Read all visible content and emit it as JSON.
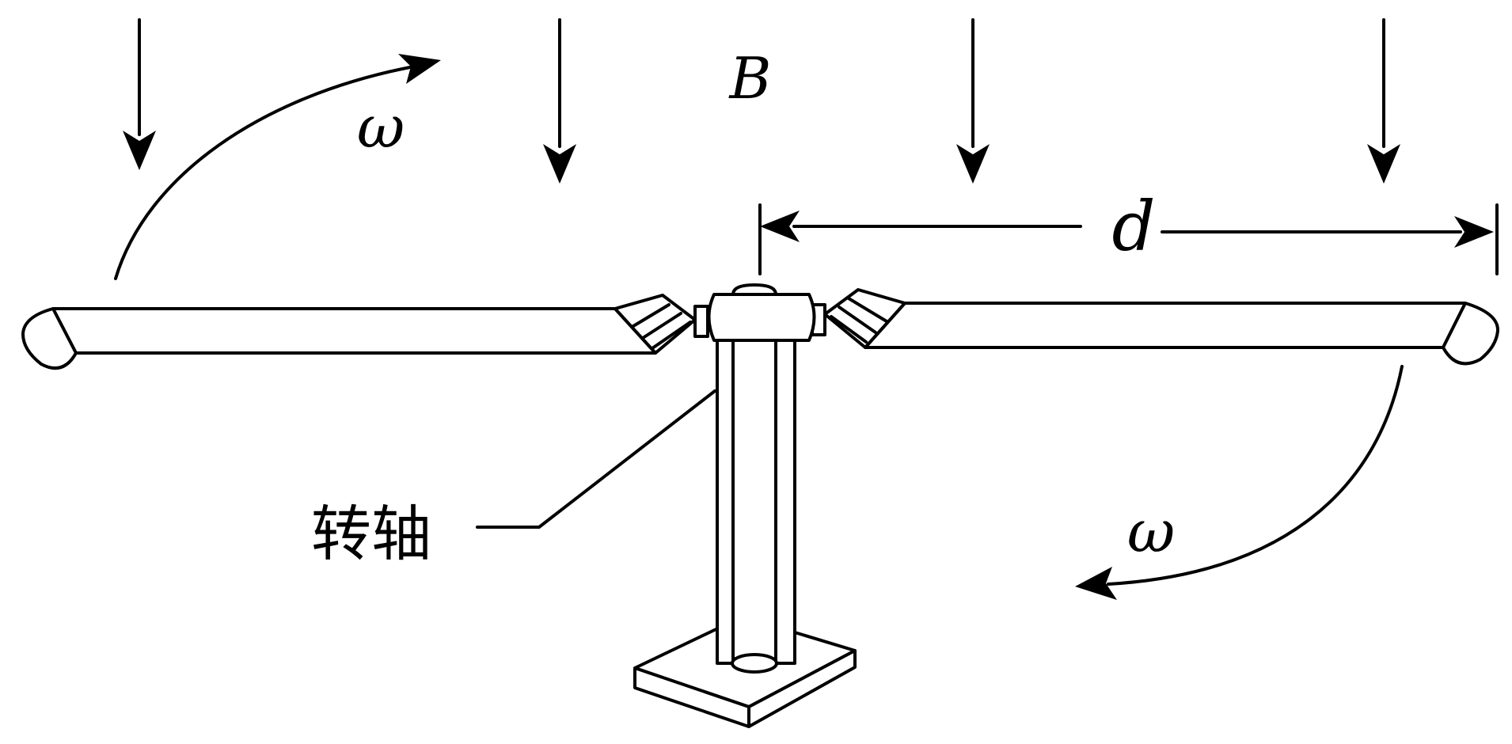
{
  "labels": {
    "field": "B",
    "distance": "d",
    "omega_left": "ω",
    "omega_right": "ω",
    "axis": "转轴"
  }
}
